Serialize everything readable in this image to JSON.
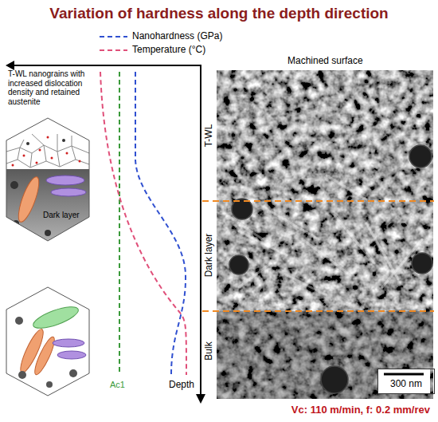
{
  "diagram": {
    "title": "Variation of hardness along the depth direction",
    "nodes": [
      {
        "text": [
          "T-WL nanograins with increased dislocation density and retained austenite",
          "Dark layer"
        ]
      },
      {
        "text": [
          "300 nm"
        ]
      }
    ],
    "labels": [
      "Machined surface",
      "T-WL",
      "Dark layer",
      "Bulk",
      "Ac1",
      "Depth",
      "Vc: 110 m/min, f: 0.2 mm/rev"
    ],
    "legend": [
      {
        "text": "Nanohardness (GPa)"
      },
      {
        "text": "Temperature (°C)"
      }
    ]
  }
}
